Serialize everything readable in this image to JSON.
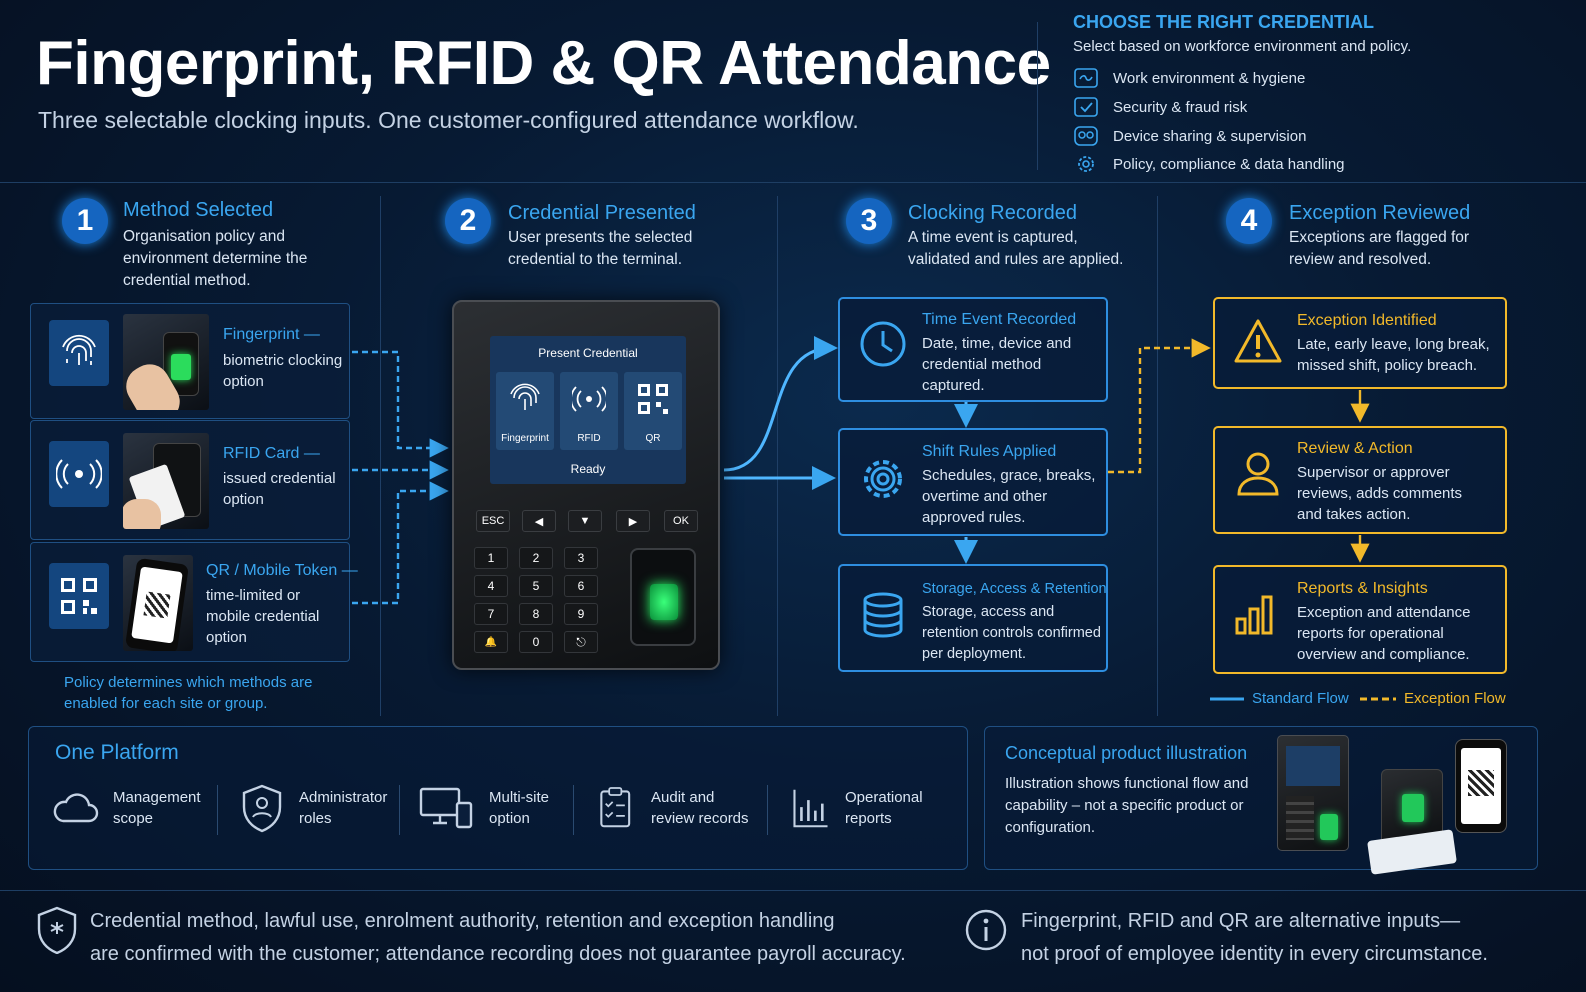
{
  "header": {
    "title": "Fingerprint, RFID & QR Attendance",
    "subtitle": "Three selectable clocking inputs. One customer-configured attendance workflow."
  },
  "credential_panel": {
    "heading": "CHOOSE THE RIGHT CREDENTIAL",
    "subheading": "Select based on workforce environment and policy.",
    "items": [
      {
        "label": "Work environment & hygiene",
        "icon": "hygiene-icon"
      },
      {
        "label": "Security & fraud risk",
        "icon": "shield-check-icon"
      },
      {
        "label": "Device sharing & supervision",
        "icon": "people-icon"
      },
      {
        "label": "Policy, compliance & data handling",
        "icon": "gear-icon"
      }
    ]
  },
  "steps": [
    {
      "number": "1",
      "title": "Method Selected",
      "desc": "Organisation policy and environment determine the credential method."
    },
    {
      "number": "2",
      "title": "Credential Presented",
      "desc": "User presents the selected credential to the terminal."
    },
    {
      "number": "3",
      "title": "Clocking Recorded",
      "desc": "A time event is captured, validated and rules are applied."
    },
    {
      "number": "4",
      "title": "Exception Reviewed",
      "desc": "Exceptions are flagged for review and resolved."
    }
  ],
  "methods": [
    {
      "title": "Fingerprint —",
      "desc": "biometric clocking option"
    },
    {
      "title": "RFID Card —",
      "desc": "issued credential option"
    },
    {
      "title": "QR / Mobile Token —",
      "desc": "time-limited or mobile credential option"
    }
  ],
  "policy_note": "Policy determines which methods are enabled for each site or group.",
  "device": {
    "screen_title": "Present Credential",
    "tiles": [
      "Fingerprint",
      "RFID",
      "QR"
    ],
    "status": "Ready",
    "nav_keys": [
      "ESC",
      "◀",
      "▼",
      "▶",
      "OK"
    ],
    "keypad": [
      "1",
      "2",
      "3",
      "4",
      "5",
      "6",
      "7",
      "8",
      "9",
      "🔔",
      "0",
      "⎋"
    ]
  },
  "recording": [
    {
      "title": "Time Event Recorded",
      "desc": "Date, time, device and credential method captured."
    },
    {
      "title": "Shift Rules Applied",
      "desc": "Schedules, grace, breaks, overtime and other approved rules."
    },
    {
      "title": "Storage, Access & Retention",
      "desc": "Storage, access and retention controls confirmed per deployment."
    }
  ],
  "exceptions": [
    {
      "title": "Exception Identified",
      "desc": "Late, early leave, long break, missed shift, policy breach."
    },
    {
      "title": "Review & Action",
      "desc": "Supervisor or approver reviews, adds comments and takes action."
    },
    {
      "title": "Reports & Insights",
      "desc": "Exception and attendance reports for operational overview and compliance."
    }
  ],
  "legend": {
    "standard": "Standard Flow",
    "exception": "Exception Flow"
  },
  "colors": {
    "accent_blue": "#3aa6f0",
    "accent_gold": "#f2b92a",
    "background": "#061426"
  },
  "platform": {
    "title": "One Platform",
    "items": [
      {
        "label": "Management scope",
        "icon": "cloud-icon"
      },
      {
        "label": "Administrator roles",
        "icon": "admin-shield-icon"
      },
      {
        "label": "Multi-site option",
        "icon": "devices-icon"
      },
      {
        "label": "Audit and review records",
        "icon": "clipboard-icon"
      },
      {
        "label": "Operational reports",
        "icon": "bar-chart-icon"
      }
    ]
  },
  "concept": {
    "title": "Conceptual product illustration",
    "desc": "Illustration shows functional flow and capability – not a specific product or configuration."
  },
  "footer": {
    "left_line1": "Credential method, lawful use, enrolment authority, retention and exception handling",
    "left_line2": "are confirmed with the customer; attendance recording does not guarantee payroll accuracy.",
    "right_line1": "Fingerprint, RFID and QR are alternative inputs—",
    "right_line2": "not proof of employee identity in every circumstance."
  }
}
